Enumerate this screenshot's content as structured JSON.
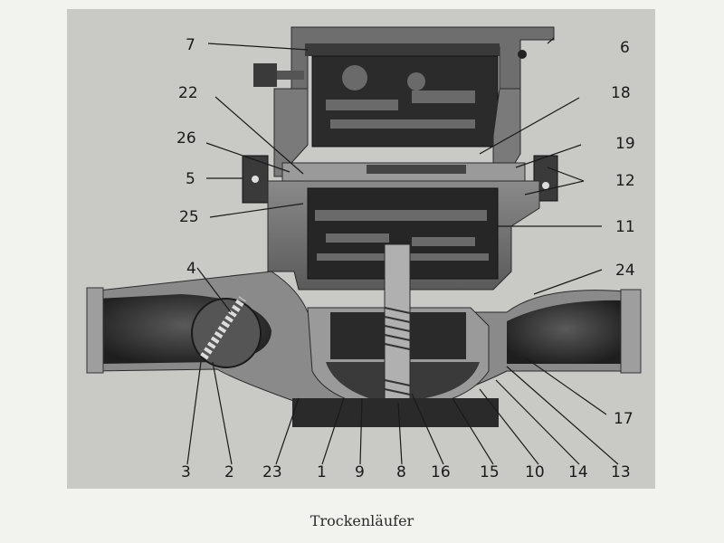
{
  "caption": "Trockenläufer",
  "labels": {
    "l1": "1",
    "l2": "2",
    "l3": "3",
    "l4": "4",
    "l5": "5",
    "l6": "6",
    "l7": "7",
    "l8": "8",
    "l9": "9",
    "l10": "10",
    "l11": "11",
    "l12": "12",
    "l13": "13",
    "l14": "14",
    "l15": "15",
    "l16": "16",
    "l17": "17",
    "l18": "18",
    "l19": "19",
    "l22": "22",
    "l23": "23",
    "l24": "24",
    "l25": "25",
    "l26": "26"
  }
}
